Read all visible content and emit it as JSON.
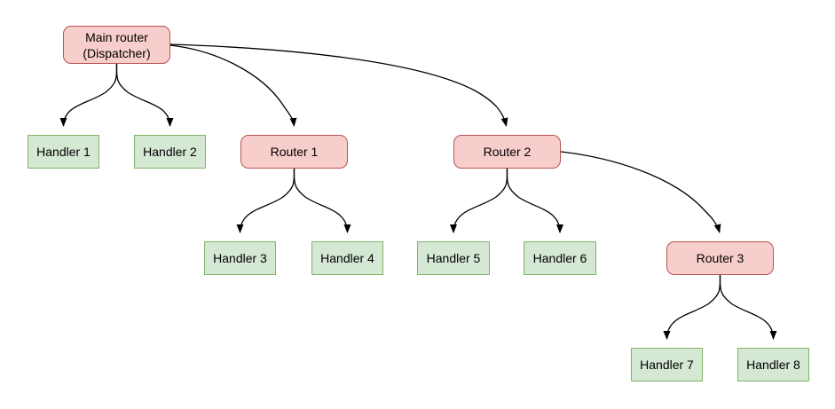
{
  "diagram": {
    "background": "#ffffff",
    "colors": {
      "page-bg": "#ffffff",
      "router-fill": "#f8cecc",
      "router-border": "#b85450",
      "handler-fill": "#d5e8d4",
      "handler-border": "#82b366",
      "edge": "#000000",
      "text": "#000000"
    },
    "nodes": {
      "main": {
        "label": "Main router",
        "sublabel": "(Dispatcher)",
        "type": "router"
      },
      "router1": {
        "label": "Router 1",
        "type": "router"
      },
      "router2": {
        "label": "Router 2",
        "type": "router"
      },
      "router3": {
        "label": "Router 3",
        "type": "router"
      },
      "handler1": {
        "label": "Handler 1",
        "type": "handler"
      },
      "handler2": {
        "label": "Handler 2",
        "type": "handler"
      },
      "handler3": {
        "label": "Handler 3",
        "type": "handler"
      },
      "handler4": {
        "label": "Handler 4",
        "type": "handler"
      },
      "handler5": {
        "label": "Handler 5",
        "type": "handler"
      },
      "handler6": {
        "label": "Handler 6",
        "type": "handler"
      },
      "handler7": {
        "label": "Handler 7",
        "type": "handler"
      },
      "handler8": {
        "label": "Handler 8",
        "type": "handler"
      }
    },
    "edges": [
      {
        "from": "Main router (Dispatcher)",
        "to": "Handler 1"
      },
      {
        "from": "Main router (Dispatcher)",
        "to": "Handler 2"
      },
      {
        "from": "Main router (Dispatcher)",
        "to": "Router 1"
      },
      {
        "from": "Main router (Dispatcher)",
        "to": "Router 2"
      },
      {
        "from": "Router 1",
        "to": "Handler 3"
      },
      {
        "from": "Router 1",
        "to": "Handler 4"
      },
      {
        "from": "Router 2",
        "to": "Handler 5"
      },
      {
        "from": "Router 2",
        "to": "Handler 6"
      },
      {
        "from": "Router 2",
        "to": "Router 3"
      },
      {
        "from": "Router 3",
        "to": "Handler 7"
      },
      {
        "from": "Router 3",
        "to": "Handler 8"
      }
    ]
  }
}
